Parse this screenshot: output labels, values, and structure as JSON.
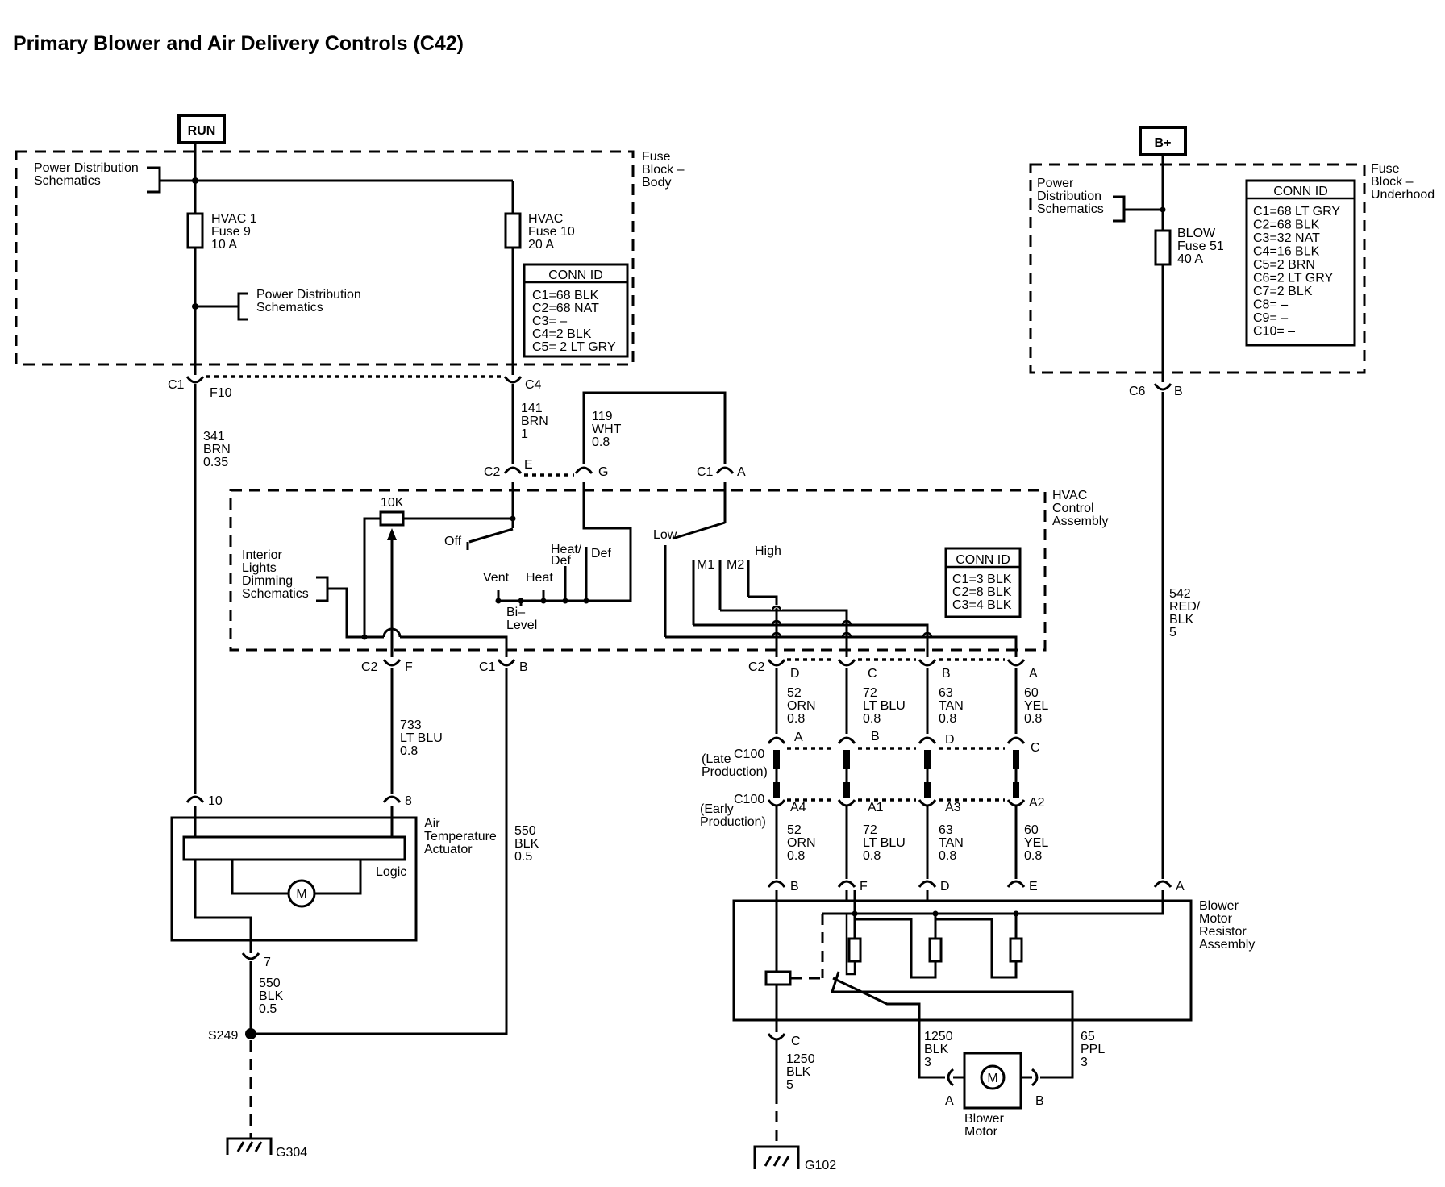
{
  "title": "Primary Blower and Air Delivery Controls (C42)",
  "power": {
    "run": "RUN",
    "bplus": "B+"
  },
  "fuse_block_body": {
    "label": [
      "Fuse",
      "Block –",
      "Body"
    ],
    "pd_top": [
      "Power Distribution",
      "Schematics"
    ],
    "pd_mid": [
      "Power Distribution",
      "Schematics"
    ],
    "fuse1": [
      "HVAC 1",
      "Fuse 9",
      "10 A"
    ],
    "fuse2": [
      "HVAC",
      "Fuse 10",
      "20 A"
    ],
    "conn_title": "CONN ID",
    "conn": [
      "C1=68 BLK",
      "C2=68 NAT",
      "C3= –",
      "C4=2 BLK",
      "C5= 2 LT GRY"
    ]
  },
  "fuse_block_underhood": {
    "label": [
      "Fuse",
      "Block –",
      "Underhood"
    ],
    "pd": [
      "Power",
      "Distribution",
      "Schematics"
    ],
    "fuse": [
      "BLOW",
      "Fuse 51",
      "40 A"
    ],
    "conn_title": "CONN ID",
    "conn": [
      "C1=68 LT GRY",
      "C2=68 BLK",
      "C3=32 NAT",
      "C4=16 BLK",
      "C5=2 BRN",
      "C6=2 LT GRY",
      "C7=2 BLK",
      "C8= –",
      "C9= –",
      "C10= –"
    ]
  },
  "hvac": {
    "label": [
      "HVAC",
      "Control",
      "Assembly"
    ],
    "conn_title": "CONN ID",
    "conn": [
      "C1=3 BLK",
      "C2=8 BLK",
      "C3=4 BLK"
    ],
    "dimming": [
      "Interior",
      "Lights",
      "Dimming",
      "Schematics"
    ],
    "pot": "10K",
    "mode": {
      "off": "Off",
      "vent": "Vent",
      "heat": "Heat",
      "heatdef": [
        "Heat/",
        "Def"
      ],
      "def": "Def",
      "bilevel": [
        "Bi–",
        "Level"
      ]
    },
    "speed": {
      "low": "Low",
      "m1": "M1",
      "m2": "M2",
      "high": "High"
    }
  },
  "wires": {
    "w341": [
      "341",
      "BRN",
      "0.35"
    ],
    "w141": [
      "141",
      "BRN",
      "1"
    ],
    "w119": [
      "119",
      "WHT",
      "0.8"
    ],
    "w733": [
      "733",
      "LT BLU",
      "0.8"
    ],
    "w550a": [
      "550",
      "BLK",
      "0.5"
    ],
    "w550b": [
      "550",
      "BLK",
      "0.5"
    ],
    "w542": [
      "542",
      "RED/",
      "BLK",
      "5"
    ],
    "w52": [
      "52",
      "ORN",
      "0.8"
    ],
    "w72": [
      "72",
      "LT BLU",
      "0.8"
    ],
    "w63": [
      "63",
      "TAN",
      "0.8"
    ],
    "w60": [
      "60",
      "YEL",
      "0.8"
    ],
    "w1250a": [
      "1250",
      "BLK",
      "5"
    ],
    "w1250b": [
      "1250",
      "BLK",
      "3"
    ],
    "w65": [
      "65",
      "PPL",
      "3"
    ]
  },
  "connectors": {
    "c1_top": "C1",
    "f10": "F10",
    "c4": "C4",
    "c2e": "C2",
    "e": "E",
    "g": "G",
    "c1a": "C1",
    "a": "A",
    "c2f": "C2",
    "f": "F",
    "c1b": "C1",
    "b": "B",
    "c2d": "C2",
    "d": "D",
    "c": "C",
    "bb": "B",
    "aa": "A",
    "c100_late": "C100",
    "late": [
      "(Late",
      "Production)"
    ],
    "c100_early": "C100",
    "early": [
      "(Early",
      "Production)"
    ],
    "late_pins": [
      "A",
      "B",
      "D",
      "C"
    ],
    "early_pins": [
      "A4",
      "A1",
      "A3",
      "A2"
    ],
    "res_pins": [
      "B",
      "F",
      "D",
      "E",
      "A"
    ],
    "c6": "C6",
    "c6b": "B",
    "act_10": "10",
    "act_8": "8",
    "act_7": "7",
    "res_c": "C",
    "mot_a": "A",
    "mot_b": "B"
  },
  "actuator": {
    "label": [
      "Air",
      "Temperature",
      "Actuator"
    ],
    "logic": "Logic",
    "motor": "M"
  },
  "resistor": {
    "label": [
      "Blower",
      "Motor",
      "Resistor",
      "Assembly"
    ]
  },
  "blower": {
    "label": [
      "Blower",
      "Motor"
    ],
    "motor": "M"
  },
  "splice": "S249",
  "grounds": {
    "g304": "G304",
    "g102": "G102"
  }
}
